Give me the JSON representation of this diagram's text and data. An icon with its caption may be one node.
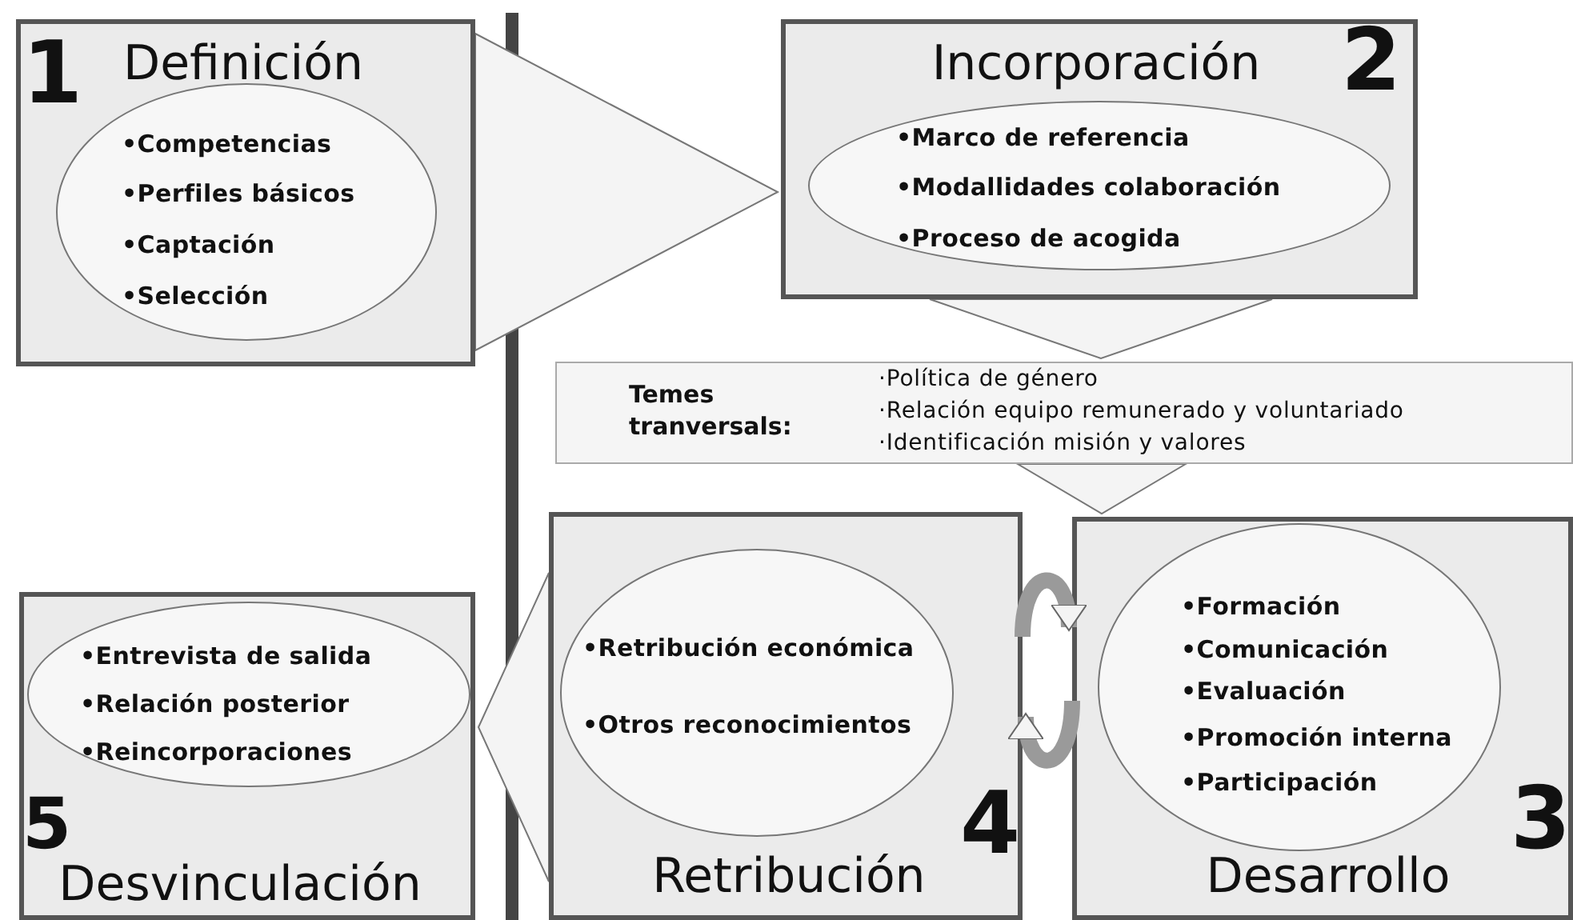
{
  "diagram": {
    "nodes": [
      {
        "text": [
          "1",
          "Definición"
        ]
      },
      {
        "text": [
          "•Competencias",
          "•Perfiles básicos",
          "•Captación",
          "•Selección"
        ],
        "in": 0
      },
      {
        "text": [
          "Incorporación",
          "2"
        ]
      },
      {
        "text": [
          "•Marco de referencia",
          "•Modallidades  colaboración",
          "•Proceso de acogida"
        ],
        "in": 2
      },
      {
        "text": [
          "Temes tranversals:",
          "·Política de género",
          "·Relación equipo remunerado y voluntariado",
          "·Identificación misión y valores"
        ]
      },
      {
        "text": [
          "3",
          "Desarrollo"
        ]
      },
      {
        "text": [
          "•Formación",
          "•Comunicación",
          "•Evaluación",
          "•Promoción interna",
          "•Participación"
        ],
        "in": 5
      },
      {
        "text": [
          "4",
          "Retribución"
        ]
      },
      {
        "text": [
          "•Retribución económica",
          "•Otros reconocimientos"
        ],
        "in": 7
      },
      {
        "text": [
          "5",
          "Desvinculación"
        ]
      },
      {
        "text": [
          "•Entrevista de salida",
          "•Relación posterior",
          "•Reincorporaciones"
        ],
        "in": 9
      }
    ],
    "edges": [
      {
        "from": 0,
        "to": 2,
        "arrow": "to"
      },
      {
        "from": 2,
        "to": 4,
        "arrow": "to"
      },
      {
        "from": 4,
        "to": 5,
        "arrow": "to"
      },
      {
        "from": 7,
        "to": 5,
        "arrow": "to",
        "style": "thick",
        "color": "#9a9a9a"
      },
      {
        "from": 5,
        "to": 7,
        "arrow": "to",
        "style": "thick",
        "color": "#9a9a9a"
      },
      {
        "from": 7,
        "to": 9,
        "arrow": "to"
      }
    ]
  }
}
